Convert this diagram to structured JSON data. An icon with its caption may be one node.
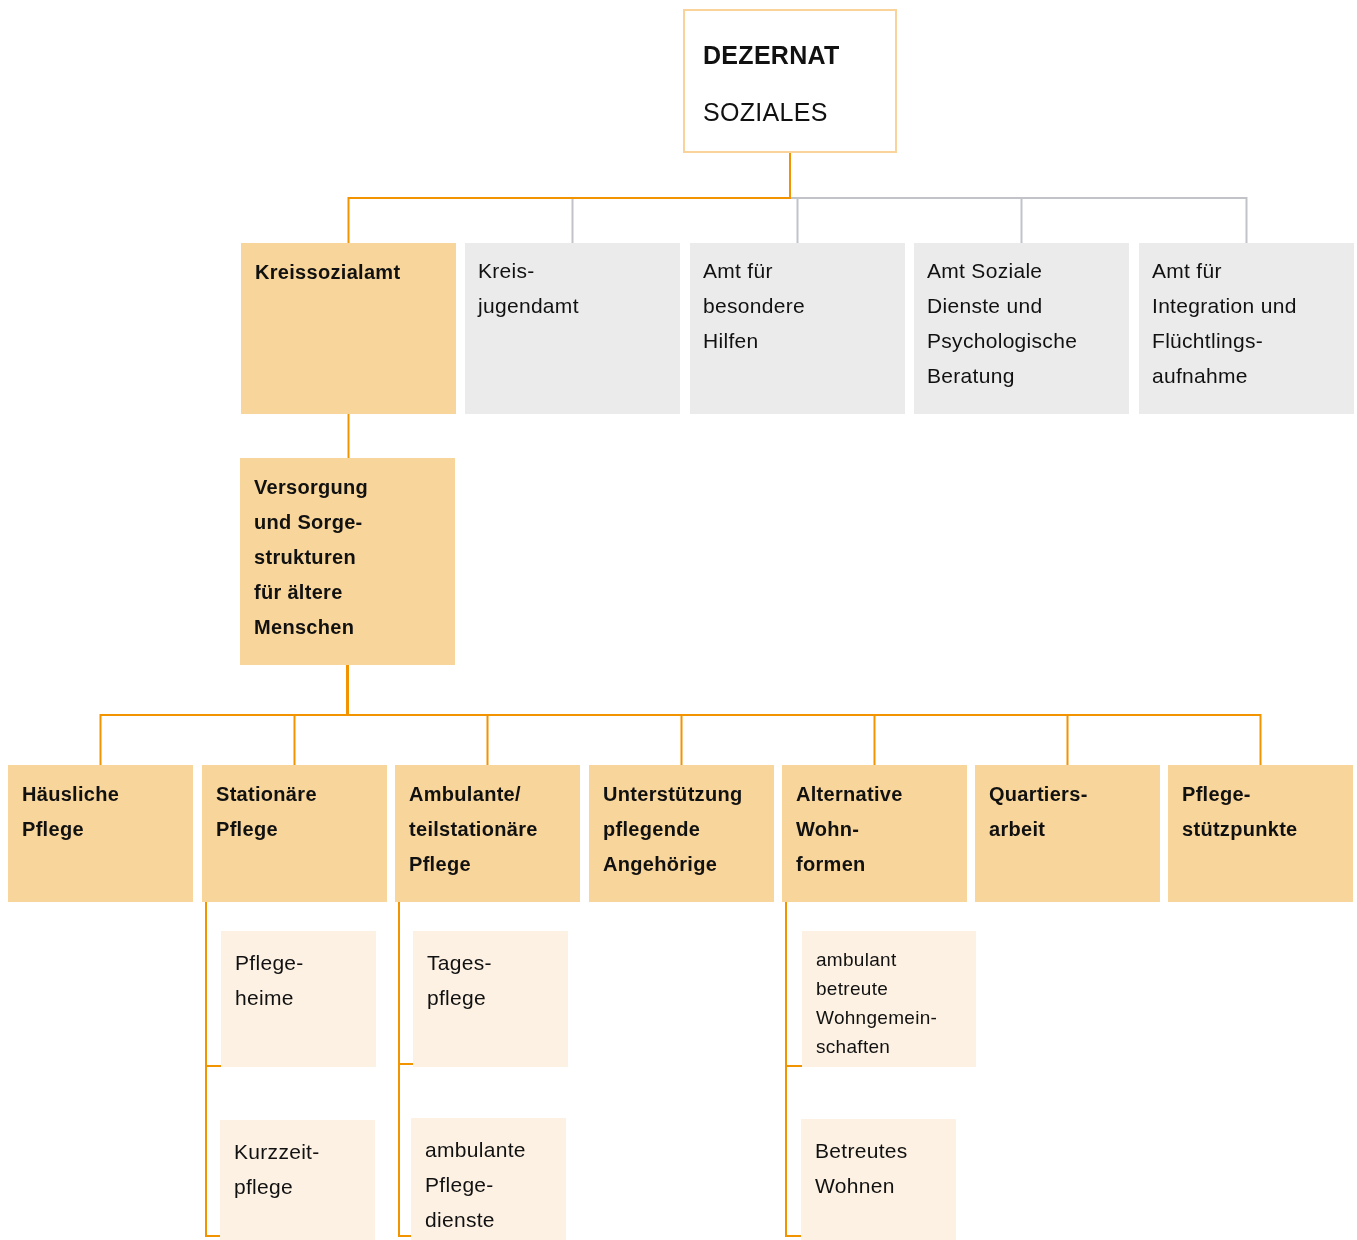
{
  "diagram": {
    "nodes": [
      {
        "text": [
          "DEZERNAT",
          "SOZIALES"
        ]
      },
      {
        "text": [
          "Kreissozialamt"
        ]
      },
      {
        "text": [
          "Kreis- jugendamt"
        ]
      },
      {
        "text": [
          "Amt für besondere Hilfen"
        ]
      },
      {
        "text": [
          "Amt Soziale Dienste und Psychologische Beratung"
        ]
      },
      {
        "text": [
          "Amt für Integration und Flüchtlings- aufnahme"
        ]
      },
      {
        "text": [
          "Versorgung und Sorge- strukturen für ältere Menschen"
        ]
      },
      {
        "text": [
          "Häusliche Pflege"
        ]
      },
      {
        "text": [
          "Stationäre Pflege"
        ]
      },
      {
        "text": [
          "Ambulante/ teilstationäre Pflege"
        ]
      },
      {
        "text": [
          "Unterstützung pflegende Angehörige"
        ]
      },
      {
        "text": [
          "Alternative Wohn- formen"
        ]
      },
      {
        "text": [
          "Quartiers- arbeit"
        ]
      },
      {
        "text": [
          "Pflege- stützpunkte"
        ]
      },
      {
        "text": [
          "Pflege- heime"
        ]
      },
      {
        "text": [
          "Kurzzeit- pflege"
        ]
      },
      {
        "text": [
          "Tages- pflege"
        ]
      },
      {
        "text": [
          "ambulante Pflege- dienste"
        ]
      },
      {
        "text": [
          "ambulant betreute Wohngemein- schaften"
        ]
      },
      {
        "text": [
          "Betreutes Wohnen"
        ]
      }
    ],
    "edges": [
      {
        "from": 0,
        "to": 2,
        "arrow": "none",
        "color": "#c1c3c9"
      },
      {
        "from": 0,
        "to": 3,
        "arrow": "none",
        "color": "#c1c3c9"
      },
      {
        "from": 0,
        "to": 4,
        "arrow": "none",
        "color": "#c1c3c9"
      },
      {
        "from": 0,
        "to": 5,
        "arrow": "none",
        "color": "#c1c3c9"
      },
      {
        "from": 0,
        "to": 1,
        "arrow": "none"
      },
      {
        "from": 1,
        "to": 6,
        "arrow": "none"
      },
      {
        "from": 6,
        "to": 7,
        "arrow": "none"
      },
      {
        "from": 6,
        "to": 8,
        "arrow": "none"
      },
      {
        "from": 6,
        "to": 9,
        "arrow": "none"
      },
      {
        "from": 6,
        "to": 10,
        "arrow": "none"
      },
      {
        "from": 6,
        "to": 11,
        "arrow": "none"
      },
      {
        "from": 6,
        "to": 12,
        "arrow": "none"
      },
      {
        "from": 6,
        "to": 13,
        "arrow": "none"
      },
      {
        "from": 8,
        "to": 14,
        "arrow": "none"
      },
      {
        "from": 8,
        "to": 15,
        "arrow": "none"
      },
      {
        "from": 9,
        "to": 16,
        "arrow": "none"
      },
      {
        "from": 9,
        "to": 17,
        "arrow": "none"
      },
      {
        "from": 11,
        "to": 18,
        "arrow": "none"
      },
      {
        "from": 11,
        "to": 19,
        "arrow": "none"
      }
    ]
  }
}
